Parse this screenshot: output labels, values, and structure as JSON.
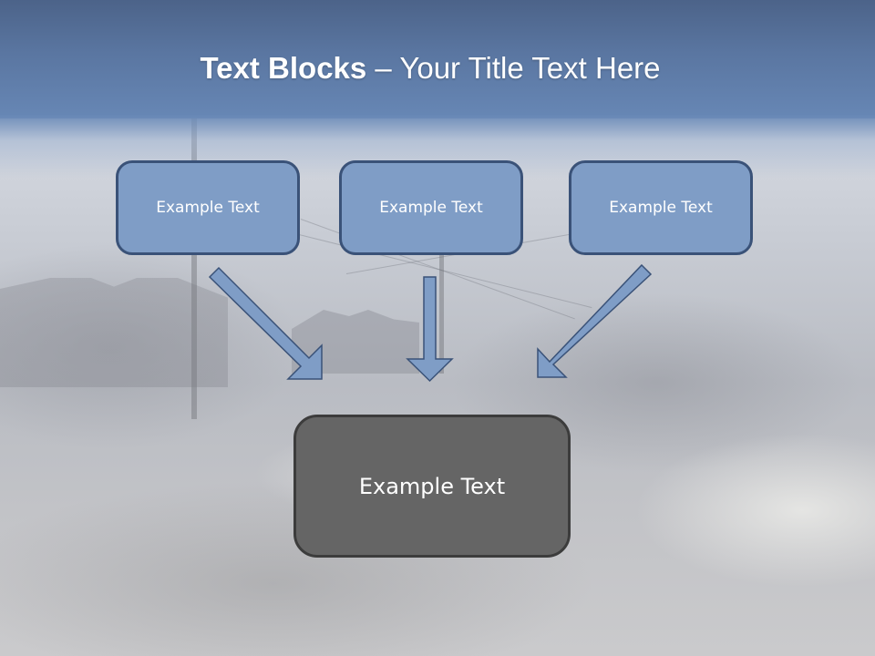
{
  "slide": {
    "title_bold": "Text Blocks",
    "title_separator": " – ",
    "title_regular": "Your Title Text Here"
  },
  "top_boxes": [
    {
      "label": "Example Text"
    },
    {
      "label": "Example Text"
    },
    {
      "label": "Example Text"
    }
  ],
  "bottom_box": {
    "label": "Example Text"
  },
  "arrows": [
    {
      "direction": "down-right"
    },
    {
      "direction": "down"
    },
    {
      "direction": "down-left"
    }
  ],
  "colors": {
    "header_top": "#4c6389",
    "header_bottom": "#6787b5",
    "top_box_fill": "#7f9dc6",
    "top_box_border": "#3a5278",
    "bottom_box_fill": "#656565",
    "bottom_box_border": "#3c3c3c",
    "arrow_fill": "#7f9dc6",
    "arrow_border": "#3a5278"
  }
}
